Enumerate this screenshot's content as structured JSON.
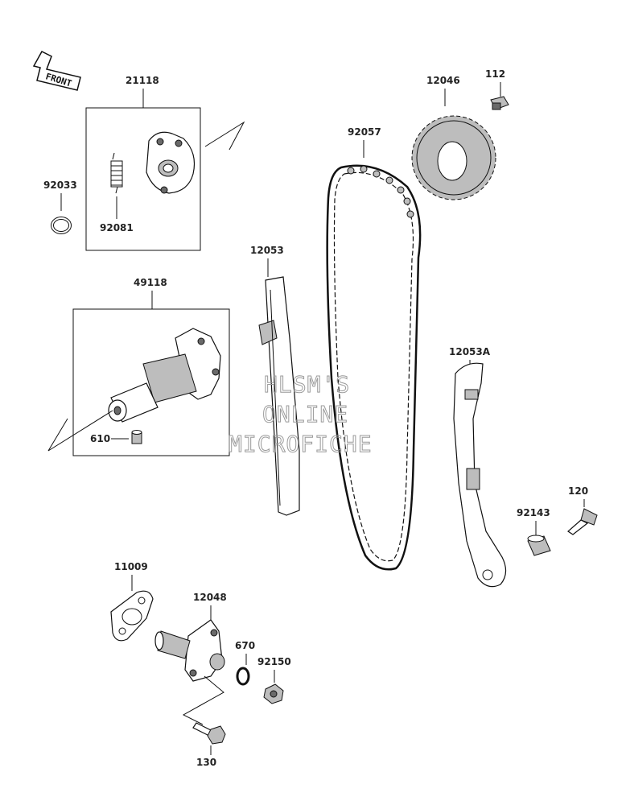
{
  "front_label": "FRONT",
  "watermark": [
    "HLSM'S",
    "ONLINE",
    "MICROFICHE"
  ],
  "parts": {
    "p21118": "21118",
    "p92033": "92033",
    "p92081": "92081",
    "p49118": "49118",
    "p610": "610",
    "p92057": "92057",
    "p12046": "12046",
    "p112": "112",
    "p12053": "12053",
    "p12053A": "12053A",
    "p120": "120",
    "p92143": "92143",
    "p11009": "11009",
    "p12048": "12048",
    "p670": "670",
    "p92150": "92150",
    "p130": "130"
  }
}
